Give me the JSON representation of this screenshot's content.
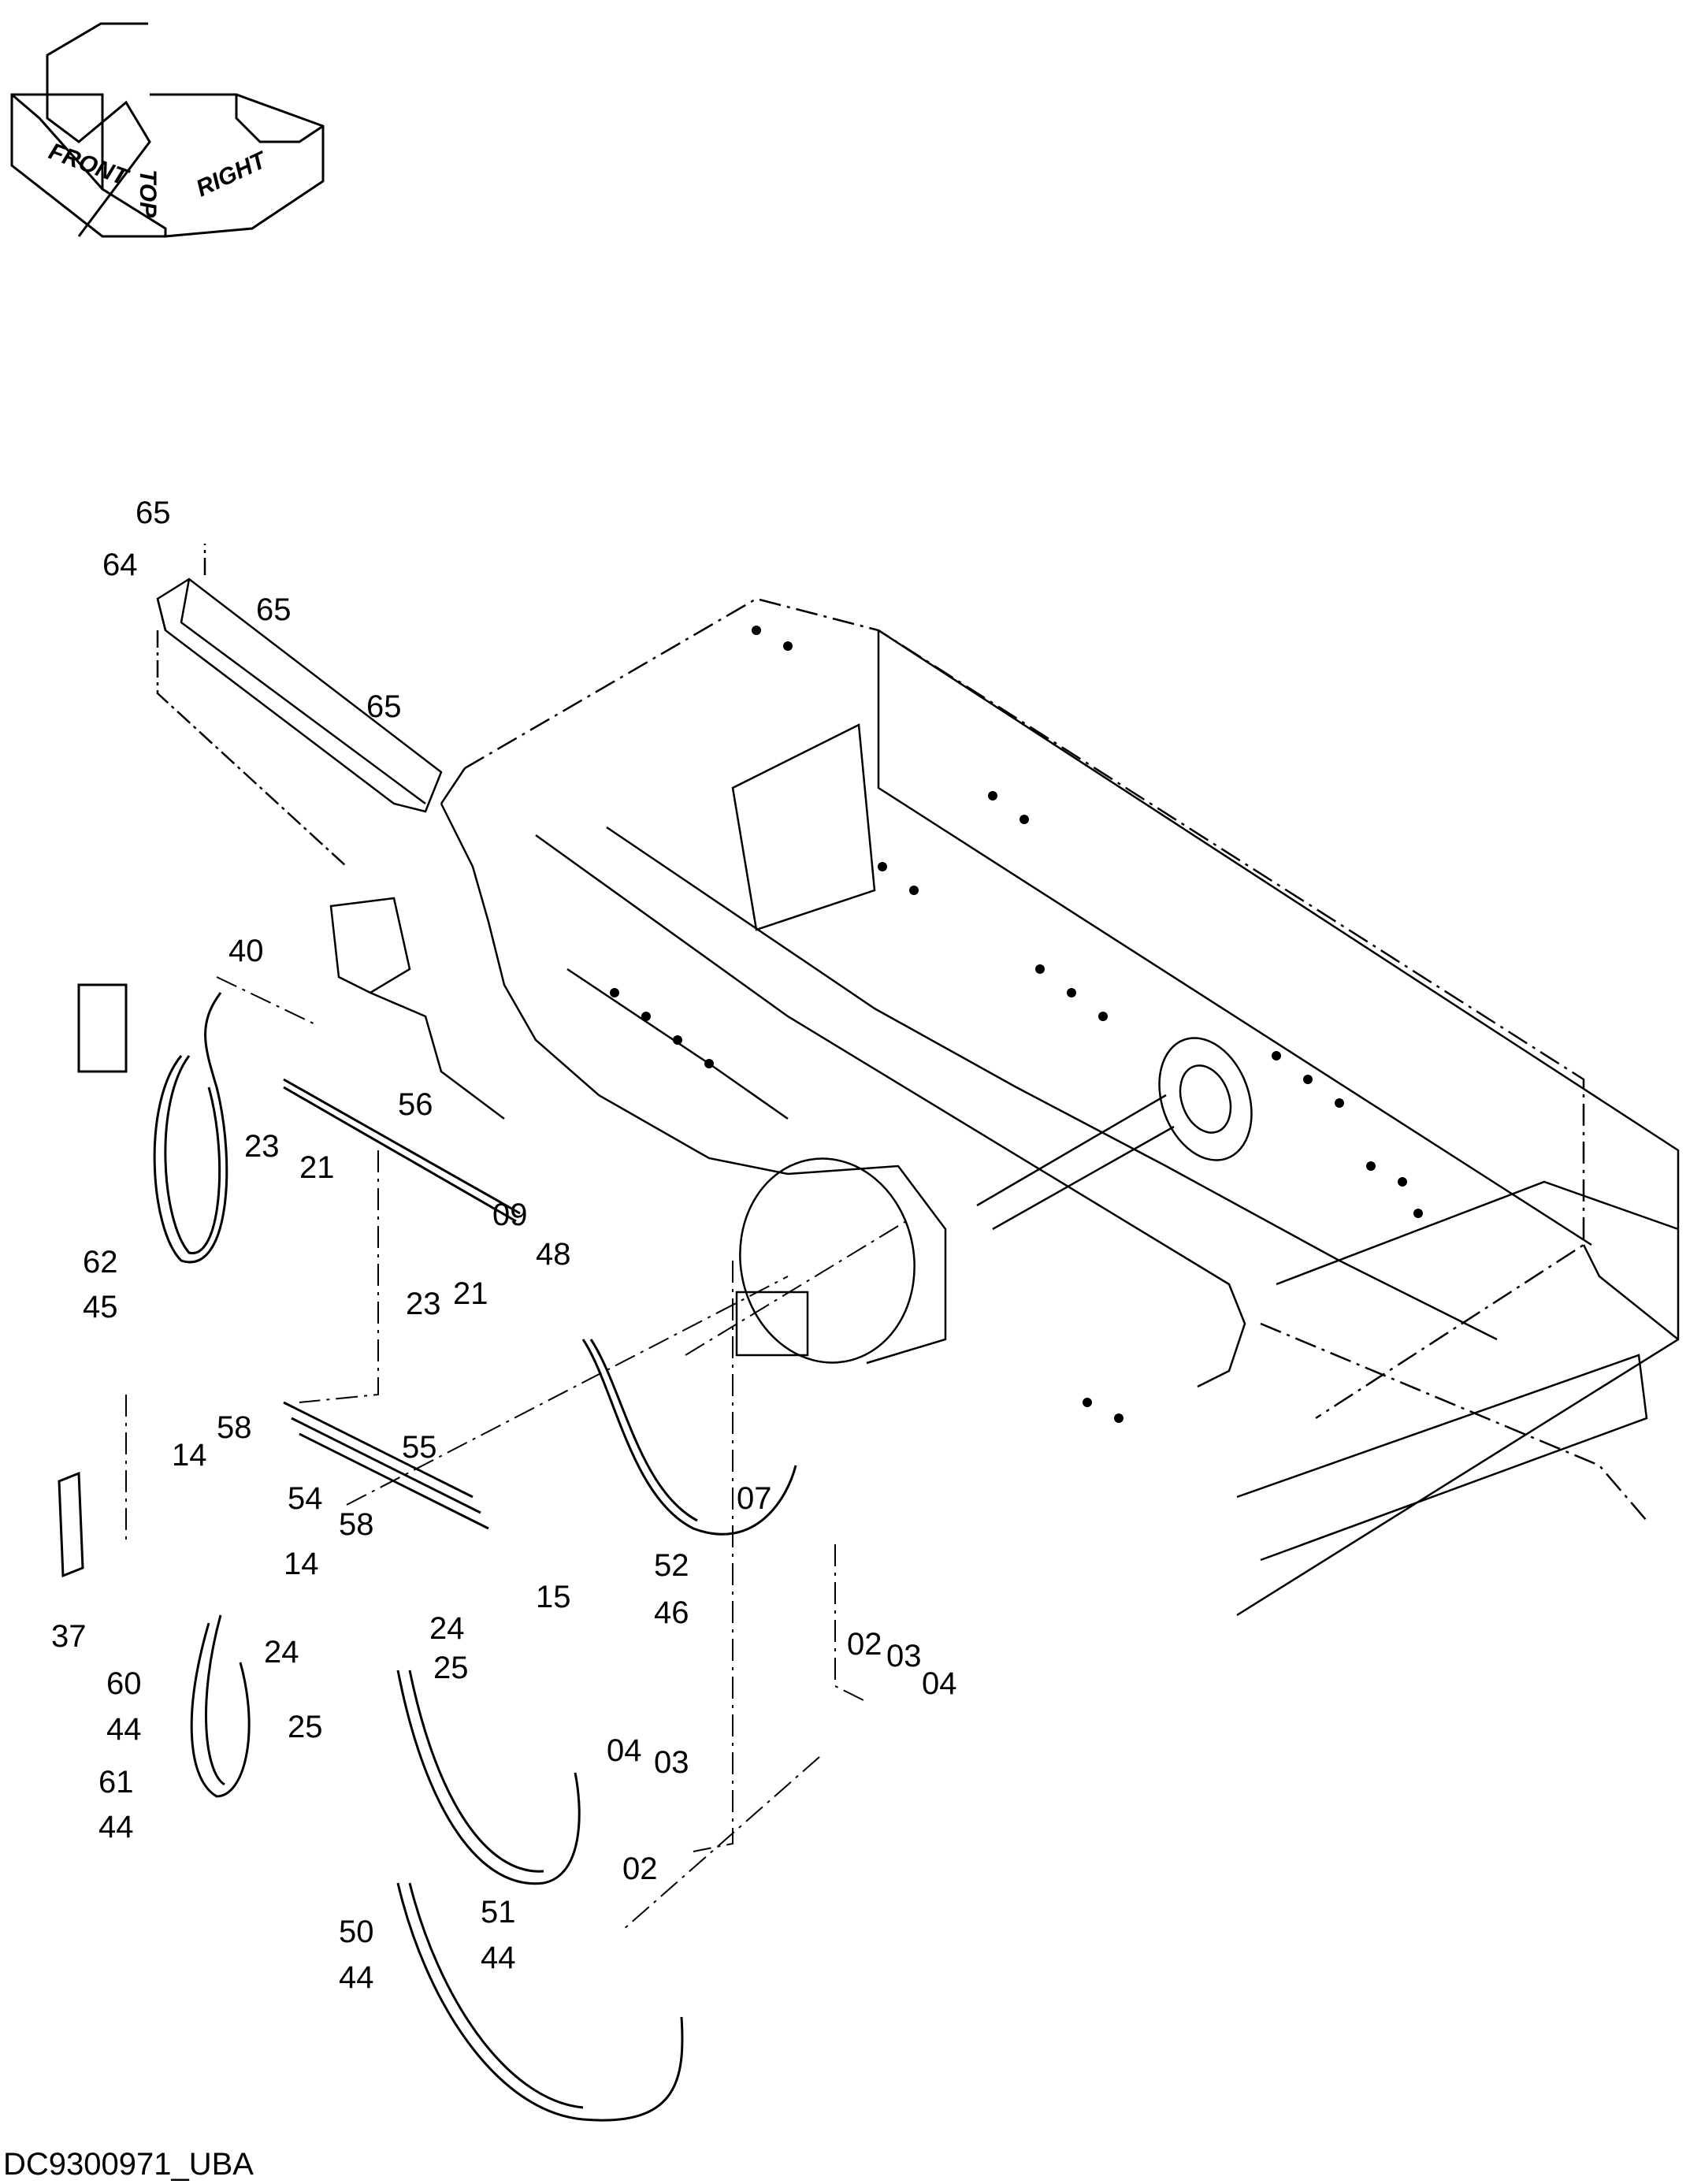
{
  "orientation": {
    "top": "TOP",
    "front": "FRONT",
    "right": "RIGHT"
  },
  "callouts": {
    "c65a": "65",
    "c64": "64",
    "c65b": "65",
    "c65c": "65",
    "c40": "40",
    "c56": "56",
    "c23a": "23",
    "c21a": "21",
    "c62": "62",
    "c45": "45",
    "c09": "09",
    "c48": "48",
    "c23b": "23",
    "c21b": "21",
    "c58a": "58",
    "c14a": "14",
    "c55": "55",
    "c54": "54",
    "c58b": "58",
    "c14b": "14",
    "c15": "15",
    "c07": "07",
    "c37": "37",
    "c24a": "24",
    "c24b": "24",
    "c25a": "25",
    "c25b": "25",
    "c52": "52",
    "c46": "46",
    "c60": "60",
    "c44a": "44",
    "c02a": "02",
    "c03a": "03",
    "c04a": "04",
    "c61": "61",
    "c44b": "44",
    "c04b": "04",
    "c03b": "03",
    "c02b": "02",
    "c51": "51",
    "c44c": "44",
    "c50": "50",
    "c44d": "44"
  },
  "footer": {
    "drawing_id": "DC9300971_UBA"
  }
}
